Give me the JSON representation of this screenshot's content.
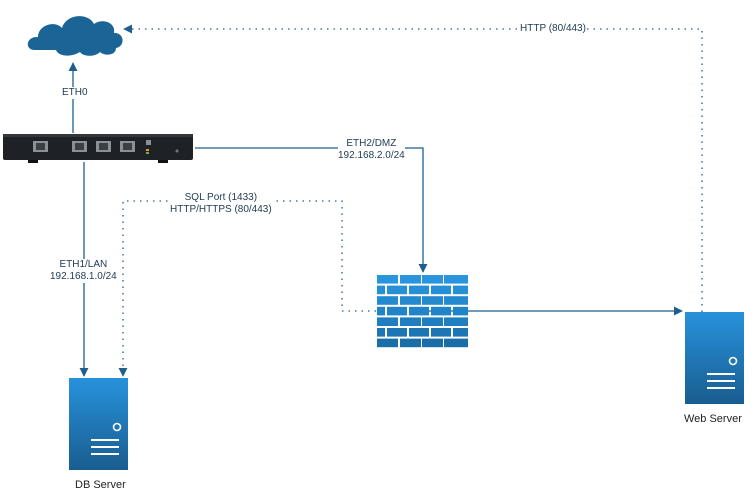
{
  "diagram": {
    "nodes": {
      "internet": {
        "label": "",
        "icon": "cloud-icon"
      },
      "router": {
        "label": "",
        "icon": "router-icon",
        "ports": [
          "eth0",
          "eth1",
          "eth2",
          "eth3"
        ]
      },
      "firewall": {
        "label": "",
        "icon": "firewall-icon"
      },
      "db_server": {
        "label": "DB Server",
        "icon": "server-icon"
      },
      "web_server": {
        "label": "Web Server",
        "icon": "server-icon"
      }
    },
    "edges": {
      "eth0": {
        "label": "ETH0",
        "from": "router",
        "to": "internet",
        "style": "solid"
      },
      "eth1": {
        "label_line1": "ETH1/LAN",
        "label_line2": "192.168.1.0/24",
        "from": "router",
        "to": "db_server",
        "style": "solid"
      },
      "eth2": {
        "label_line1": "ETH2/DMZ",
        "label_line2": "192.168.2.0/24",
        "from": "router",
        "to": "firewall",
        "style": "solid"
      },
      "sql": {
        "label_line1": "SQL Port (1433)",
        "label_line2": "HTTP/HTTPS (80/443)",
        "from": "firewall",
        "to": "db_server",
        "style": "dotted"
      },
      "fw_web": {
        "label": "",
        "from": "firewall",
        "to": "web_server",
        "style": "solid"
      },
      "http": {
        "label": "HTTP (80/443)",
        "from": "web_server",
        "to": "internet",
        "style": "dotted"
      }
    },
    "colors": {
      "line": "#1f5f8f",
      "cloud": "#1b6496",
      "server_top": "#2590d8",
      "server_bottom": "#1a5f92",
      "router_body": "#1e2226"
    }
  }
}
